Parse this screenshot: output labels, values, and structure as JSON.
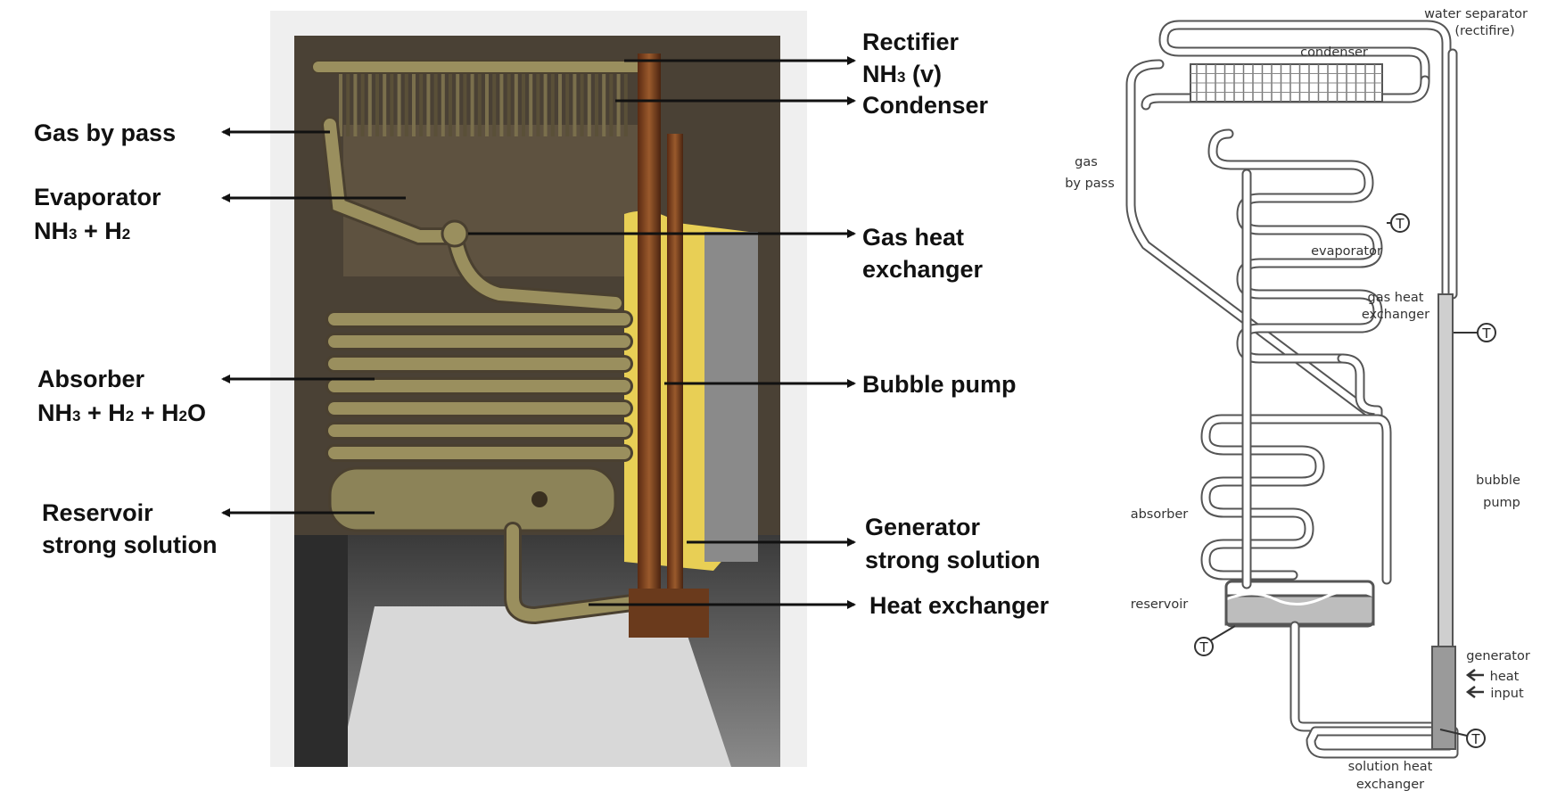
{
  "photo_labels": {
    "rectifier": "Rectifier",
    "nh3_v_main": "NH",
    "nh3_v_sub": "3",
    "nh3_v_suffix": " (v)",
    "condenser": "Condenser",
    "gas_by_pass": "Gas by pass",
    "evaporator": "Evaporator",
    "evap_nh3": "NH",
    "evap_3": "3",
    "evap_h2": " + H",
    "evap_2": "2",
    "gas_heat": "Gas heat",
    "exchanger": "exchanger",
    "absorber": "Absorber",
    "abs_nh3": "NH",
    "abs_3": "3",
    "abs_h2": " + H",
    "abs_2a": "2",
    "abs_h2o": " + H",
    "abs_2b": "2",
    "abs_o": "O",
    "bubble_pump": "Bubble pump",
    "reservoir": "Reservoir",
    "strong_solution_1": "strong solution",
    "generator": "Generator",
    "strong_solution_2": "strong solution",
    "heat_exchanger": "Heat exchanger"
  },
  "diagram_labels": {
    "water_separator": "water separator",
    "rectifire": "(rectifire)",
    "condenser": "condenser",
    "gas": "gas",
    "by_pass": "by pass",
    "evaporator": "evaporator",
    "gas_heat": "gas heat",
    "exchanger": "exchanger",
    "bubble": "bubble",
    "pump": "pump",
    "absorber": "absorber",
    "reservoir": "reservoir",
    "generator": "generator",
    "heat": "heat",
    "input": "input",
    "solution_heat": "solution heat",
    "sol_exchanger": "exchanger",
    "thermo_symbol": "T"
  },
  "colors": {
    "label_text": "#111111",
    "pipe": "#555555",
    "photo_frame": "#efefef",
    "photo_back": "#4a4135",
    "tube_brass": "#9a8f5e",
    "insulation": "#e8cf55",
    "rust": "#7a3e1e",
    "liquid": "#bdbdbd"
  }
}
